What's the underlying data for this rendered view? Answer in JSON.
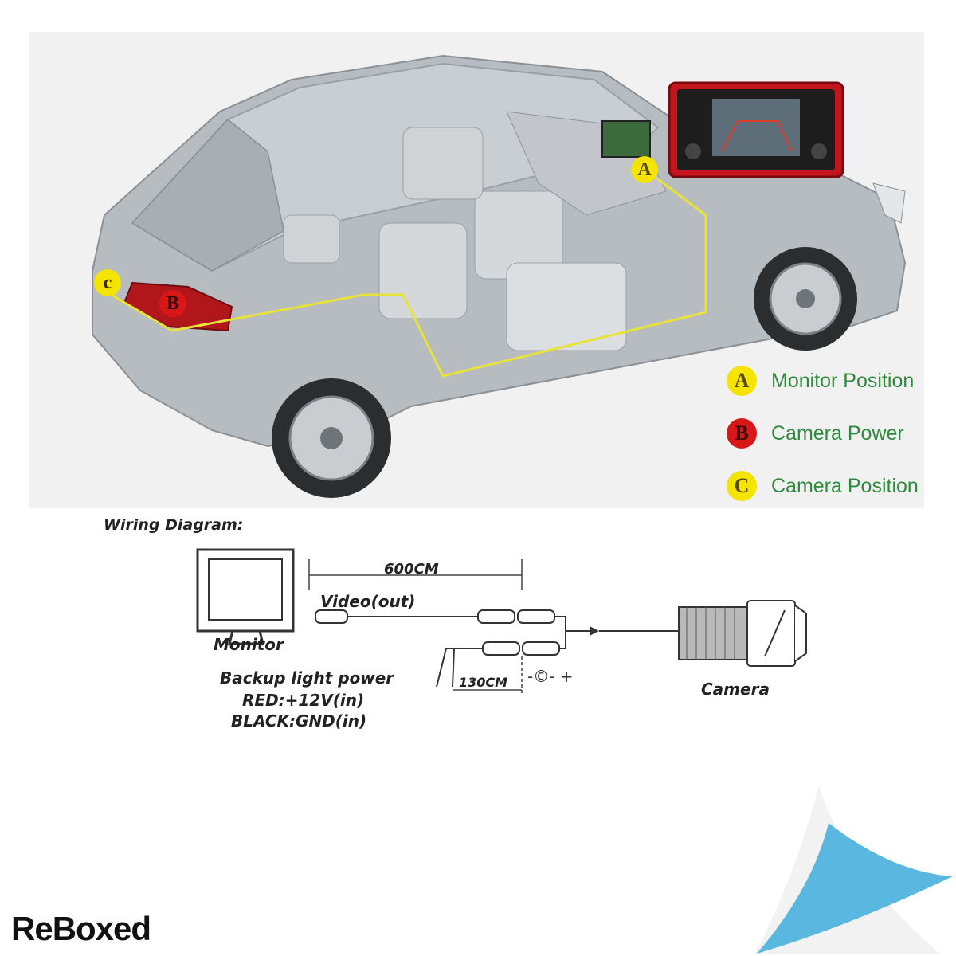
{
  "legend": [
    {
      "letter": "A",
      "label": "Monitor Position",
      "color": "#f4e400",
      "text_color": "#5a4a00"
    },
    {
      "letter": "B",
      "label": "Camera Power",
      "color": "#d81818",
      "text_color": "#3a0000"
    },
    {
      "letter": "C",
      "label": "Camera Position",
      "color": "#f4e400",
      "text_color": "#5a4a00"
    }
  ],
  "markers": {
    "a": "A",
    "b": "B",
    "c": "c"
  },
  "wiring": {
    "title": "Wiring Diagram:",
    "monitor_label": "Monitor",
    "length_600": "600CM",
    "video_label": "Video(out)",
    "power_label": "Backup light power",
    "red_label": "RED:+12V(in)",
    "black_label": "BLACK:GND(in)",
    "length_130": "130CM",
    "dc_symbol": "-©- +",
    "camera_label": "Camera"
  },
  "brand": "ReBoxed",
  "colors": {
    "wire_route": "#e8e23a",
    "legend_text": "#2e8b3d",
    "corner_accent": "#5ab8e0"
  }
}
